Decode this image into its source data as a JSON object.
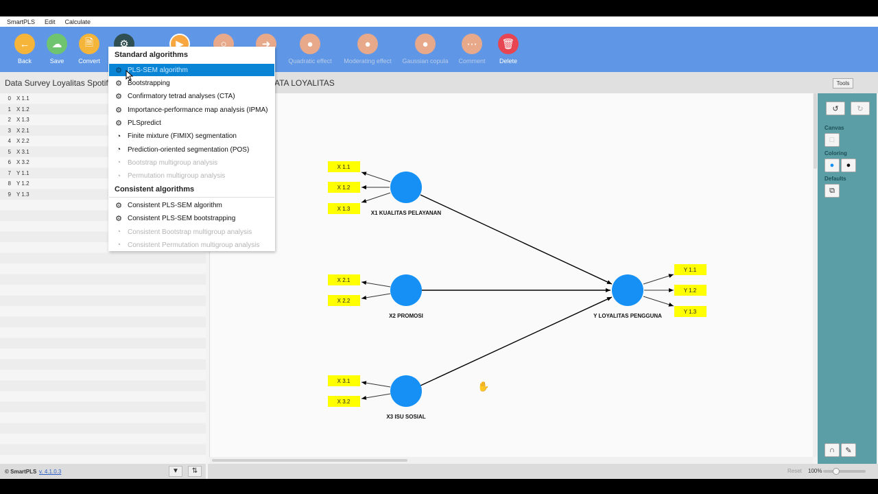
{
  "menubar": {
    "items": [
      "SmartPLS",
      "Edit",
      "Calculate"
    ]
  },
  "toolbar": {
    "buttons": [
      {
        "label": "Back",
        "color": "#f5b53a"
      },
      {
        "label": "Save",
        "color": "#6fc56f"
      },
      {
        "label": "Convert",
        "color": "#f5b53a"
      },
      {
        "label": "",
        "color": "#2f4f53"
      },
      {
        "label": "",
        "color": "#f7a640"
      },
      {
        "label": "",
        "color": "#e8a98a"
      },
      {
        "label": "",
        "color": "#e8a98a"
      },
      {
        "label": "Quadratic effect",
        "color": "#e8a98a"
      },
      {
        "label": "Moderating effect",
        "color": "#e8a98a"
      },
      {
        "label": "Gaussian copula",
        "color": "#e8a98a"
      },
      {
        "label": "Comment",
        "color": "#e8a98a"
      },
      {
        "label": "Delete",
        "color": "#e74552"
      }
    ]
  },
  "left": {
    "title": "Data Survey Loyalitas Spotify",
    "indicators": [
      {
        "index": "0",
        "name": "X 1.1"
      },
      {
        "index": "1",
        "name": "X 1.2"
      },
      {
        "index": "2",
        "name": "X 1.3"
      },
      {
        "index": "3",
        "name": "X 2.1"
      },
      {
        "index": "4",
        "name": "X 2.2"
      },
      {
        "index": "5",
        "name": "X 3.1"
      },
      {
        "index": "6",
        "name": "X 3.2"
      },
      {
        "index": "7",
        "name": "Y 1.1"
      },
      {
        "index": "8",
        "name": "Y 1.2"
      },
      {
        "index": "9",
        "name": "Y 1.3"
      }
    ],
    "brand": "© SmartPLS",
    "version": "v. 4.1.0.3"
  },
  "canvas": {
    "title": "ATA LOYALITAS",
    "constructs": [
      {
        "id": "x1",
        "label": "X1 KUALITAS PELAYANAN",
        "indicators": [
          "X 1.1",
          "X 1.2",
          "X 1.3"
        ]
      },
      {
        "id": "x2",
        "label": "X2 PROMOSI",
        "indicators": [
          "X 2.1",
          "X 2.2"
        ]
      },
      {
        "id": "x3",
        "label": "X3 ISU SOSIAL",
        "indicators": [
          "X 3.1",
          "X 3.2"
        ]
      },
      {
        "id": "y",
        "label": "Y LOYALITAS PENGGUNA",
        "indicators": [
          "Y 1.1",
          "Y 1.2",
          "Y 1.3"
        ]
      }
    ],
    "construct_color": "#1690f5",
    "indicator_color": "#ffff00",
    "reset_label": "Reset",
    "zoom": "100%"
  },
  "tools": {
    "header": "Tools",
    "canvas_label": "Canvas",
    "coloring_label": "Coloring",
    "defaults_label": "Defaults"
  },
  "dropdown": {
    "standard_header": "Standard algorithms",
    "standard_items": [
      {
        "label": "PLS-SEM algorithm",
        "icon": "gear-icon",
        "state": "selected"
      },
      {
        "label": "Bootstrapping",
        "icon": "gears-icon",
        "state": "enabled"
      },
      {
        "label": "Confirmatory tetrad analyses (CTA)",
        "icon": "gears-icon",
        "state": "enabled"
      },
      {
        "label": "Importance-performance map analysis (IPMA)",
        "icon": "gears-icon",
        "state": "enabled"
      },
      {
        "label": "PLSpredict",
        "icon": "gears-icon",
        "state": "enabled"
      },
      {
        "label": "Finite mixture (FIMIX) segmentation",
        "icon": "pie-icon",
        "state": "enabled"
      },
      {
        "label": "Prediction-oriented segmentation (POS)",
        "icon": "pie-icon",
        "state": "enabled"
      },
      {
        "label": "Bootstrap multigroup analysis",
        "icon": "pie-icon",
        "state": "disabled"
      },
      {
        "label": "Permutation multigroup analysis",
        "icon": "pie-icon",
        "state": "disabled"
      }
    ],
    "consistent_header": "Consistent algorithms",
    "consistent_items": [
      {
        "label": "Consistent PLS-SEM algorithm",
        "icon": "gear-icon",
        "state": "enabled"
      },
      {
        "label": "Consistent PLS-SEM bootstrapping",
        "icon": "gears-icon",
        "state": "enabled"
      },
      {
        "label": "Consistent Bootstrap multigroup analysis",
        "icon": "pie-icon",
        "state": "disabled"
      },
      {
        "label": "Consistent Permutation multigroup analysis",
        "icon": "pie-icon",
        "state": "disabled"
      }
    ]
  }
}
